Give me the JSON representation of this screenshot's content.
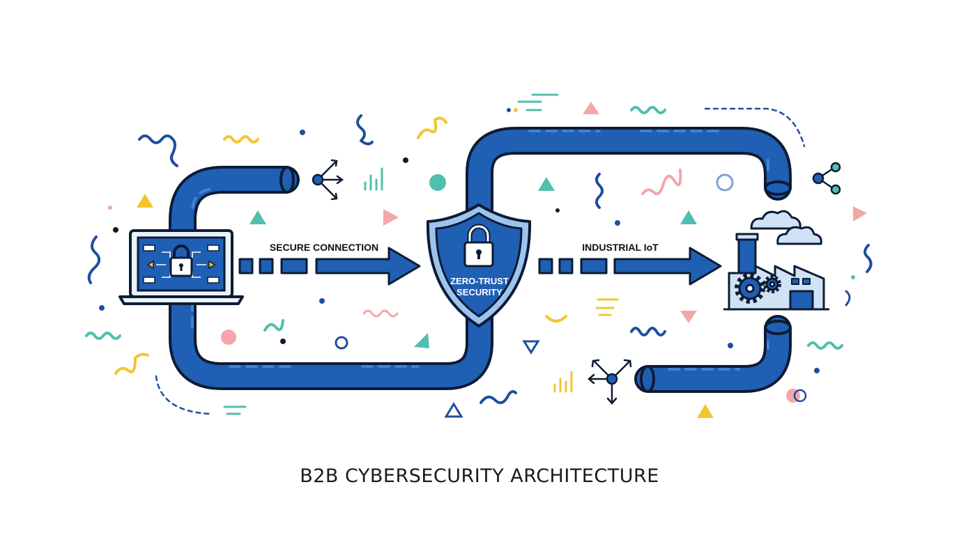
{
  "labels": {
    "link_left": "SECURE CONNECTION",
    "link_right": "INDUSTRIAL IoT",
    "shield_line1": "ZERO-TRUST",
    "shield_line2": "SECURITY"
  },
  "caption": "B2B CYBERSECURITY ARCHITECTURE",
  "colors": {
    "pipe_blue": "#1f5fb4",
    "pipe_light": "#3f83d6",
    "outline": "#0d1b33",
    "accent_teal": "#4fbfae",
    "accent_yellow": "#f4c430",
    "accent_pink": "#f4a6aa",
    "accent_navy": "#1d4f9c"
  },
  "icons": {
    "left_device": "laptop-lock-icon",
    "center": "shield-lock-icon",
    "right_device": "factory-gears-icon"
  }
}
